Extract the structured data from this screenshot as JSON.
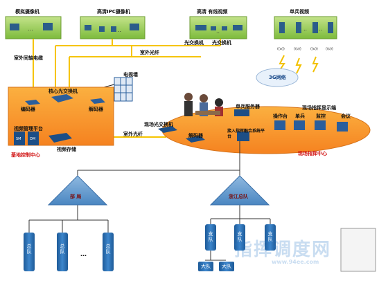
{
  "top_groups": {
    "analog_camera": "模拟摄像机",
    "hd_ipc_camera": "高清IPC摄像机",
    "hd_wired_video": "高清 有线视频",
    "single_soldier_video": "单兵视频"
  },
  "links": {
    "outdoor_coax": "室外同轴电缆",
    "optical_switch_1": "光交换机",
    "optical_switch_2": "光交换机",
    "outdoor_fiber_top": "室外光纤",
    "outdoor_fiber_mid": "室外光纤",
    "network_3g": "3G网络"
  },
  "base_center": {
    "core_switch": "核心光交换机",
    "encoder": "编码器",
    "decoder": "解码器",
    "video_mgmt": "视频管理平台",
    "video_storage": "视频存储",
    "video_wall": "电视墙",
    "server_a": "SM",
    "server_b": "DM",
    "title": "基地控制中心"
  },
  "field_center": {
    "field_switch": "现场光交换机",
    "single_soldier_server": "单兵服务器",
    "field_decoder": "解码器",
    "access_dispatch": "接入指挥融合系统平台",
    "operator_console": "操作台",
    "single_soldier": "单兵",
    "field_display": "现场指挥显示端",
    "monitor": "监控",
    "meeting": "会议",
    "title": "现场指挥中心"
  },
  "hierarchy": {
    "left_root": "部 局",
    "right_root": "浙江总队",
    "left_units": [
      "总队",
      "总队",
      "总队"
    ],
    "ellipsis": "…",
    "right_units": [
      "支队",
      "支队",
      "支队"
    ],
    "right_sub_units": [
      "大队",
      "大队"
    ]
  },
  "watermark": {
    "main": "指挥调度网",
    "url": "www.94ee.com"
  },
  "colors": {
    "orange": "#f7941d",
    "green": "#8cc63f",
    "blue_unit": "#2a6fb0",
    "red_label": "#d01010"
  }
}
